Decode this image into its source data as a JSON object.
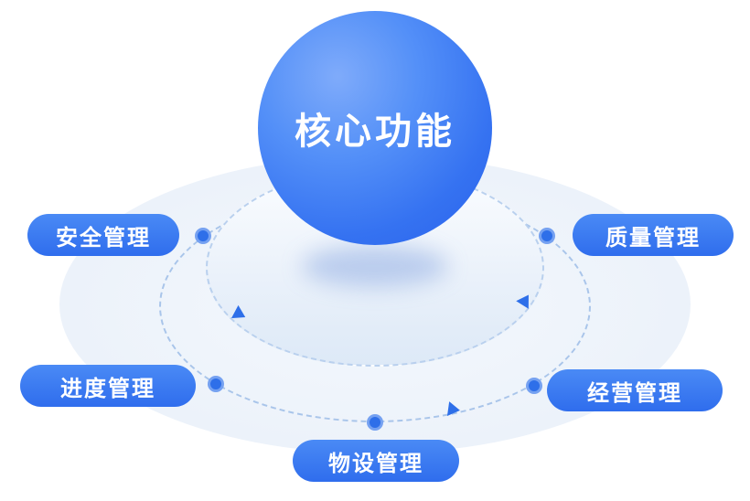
{
  "diagram": {
    "center_label": "核心功能",
    "nodes": [
      {
        "id": "safety",
        "label": "安全管理"
      },
      {
        "id": "quality",
        "label": "质量管理"
      },
      {
        "id": "progress",
        "label": "进度管理"
      },
      {
        "id": "business",
        "label": "经营管理"
      },
      {
        "id": "equipment",
        "label": "物设管理"
      }
    ],
    "colors": {
      "sphere_top": "#7FABFA",
      "sphere_bottom": "#2A62EC",
      "pill_top": "#4A8AF5",
      "pill_bottom": "#2F6DED",
      "orbit_dash": "#A9C5EA",
      "base_fill": "#ECF2FA",
      "dot": "#2E6FE9",
      "label_text": "#FFFFFF"
    }
  }
}
